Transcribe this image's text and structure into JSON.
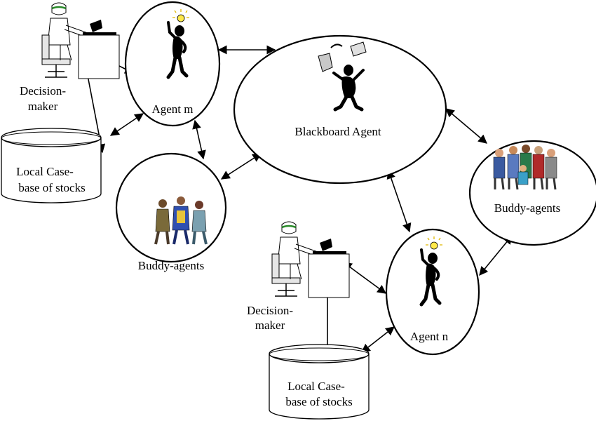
{
  "nodes": {
    "agent_m": "Agent m",
    "agent_n": "Agent n",
    "blackboard": "Blackboard Agent",
    "buddy_left": "Buddy-agents",
    "buddy_right": "Buddy-agents"
  },
  "decision_maker_top": [
    "Decision-",
    "maker"
  ],
  "decision_maker_bottom": [
    "Decision-",
    "maker"
  ],
  "casebase_left": [
    "Local Case-",
    "base of stocks"
  ],
  "casebase_bottom": [
    "Local Case-",
    "base of stocks"
  ],
  "icons": {
    "agent_figure": "thinking-person-with-lightbulb-icon",
    "blackboard_figure": "juggling-person-icon",
    "decision_maker": "person-at-computer-icon",
    "buddy_group": "group-of-people-icon",
    "database": "cylinder-database-icon"
  }
}
